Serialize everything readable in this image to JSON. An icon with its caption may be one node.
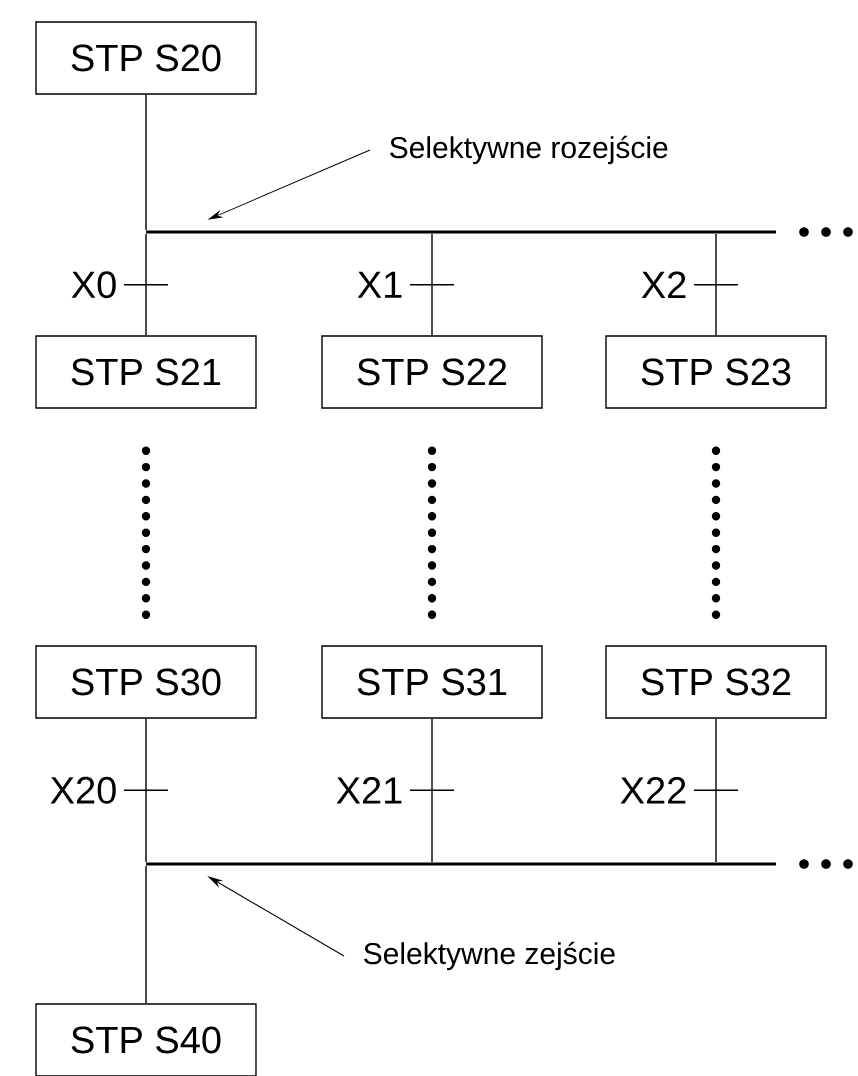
{
  "diagram": {
    "nodes": [
      {
        "text": [
          "STP S20"
        ]
      },
      {
        "text": [
          "STP S21"
        ]
      },
      {
        "text": [
          "STP S22"
        ]
      },
      {
        "text": [
          "STP S23"
        ]
      },
      {
        "text": [
          "STP S30"
        ]
      },
      {
        "text": [
          "STP S31"
        ]
      },
      {
        "text": [
          "STP S32"
        ]
      },
      {
        "text": [
          "STP S40"
        ]
      },
      {
        "text": [
          "Selektywne rozejście"
        ]
      },
      {
        "text": [],
        "shape": "bar"
      },
      {
        "text": [
          "Selektywne zejście"
        ]
      },
      {
        "text": [],
        "shape": "bar"
      }
    ],
    "edges": [
      {
        "from": 0,
        "to": 9,
        "arrow": "none"
      },
      {
        "from": 9,
        "to": 1,
        "arrow": "none",
        "label": "X0"
      },
      {
        "from": 9,
        "to": 2,
        "arrow": "none",
        "label": "X1"
      },
      {
        "from": 9,
        "to": 3,
        "arrow": "none",
        "label": "X2"
      },
      {
        "from": 1,
        "to": 4,
        "arrow": "none",
        "style": "dashed"
      },
      {
        "from": 2,
        "to": 5,
        "arrow": "none",
        "style": "dashed"
      },
      {
        "from": 3,
        "to": 6,
        "arrow": "none",
        "style": "dashed"
      },
      {
        "from": 4,
        "to": 11,
        "arrow": "none",
        "label": "X20"
      },
      {
        "from": 5,
        "to": 11,
        "arrow": "none",
        "label": "X21"
      },
      {
        "from": 6,
        "to": 11,
        "arrow": "none",
        "label": "X22"
      },
      {
        "from": 11,
        "to": 7,
        "arrow": "none"
      },
      {
        "from": 8,
        "to": 9,
        "arrow": "to"
      },
      {
        "from": 10,
        "to": 11,
        "arrow": "to"
      }
    ]
  }
}
